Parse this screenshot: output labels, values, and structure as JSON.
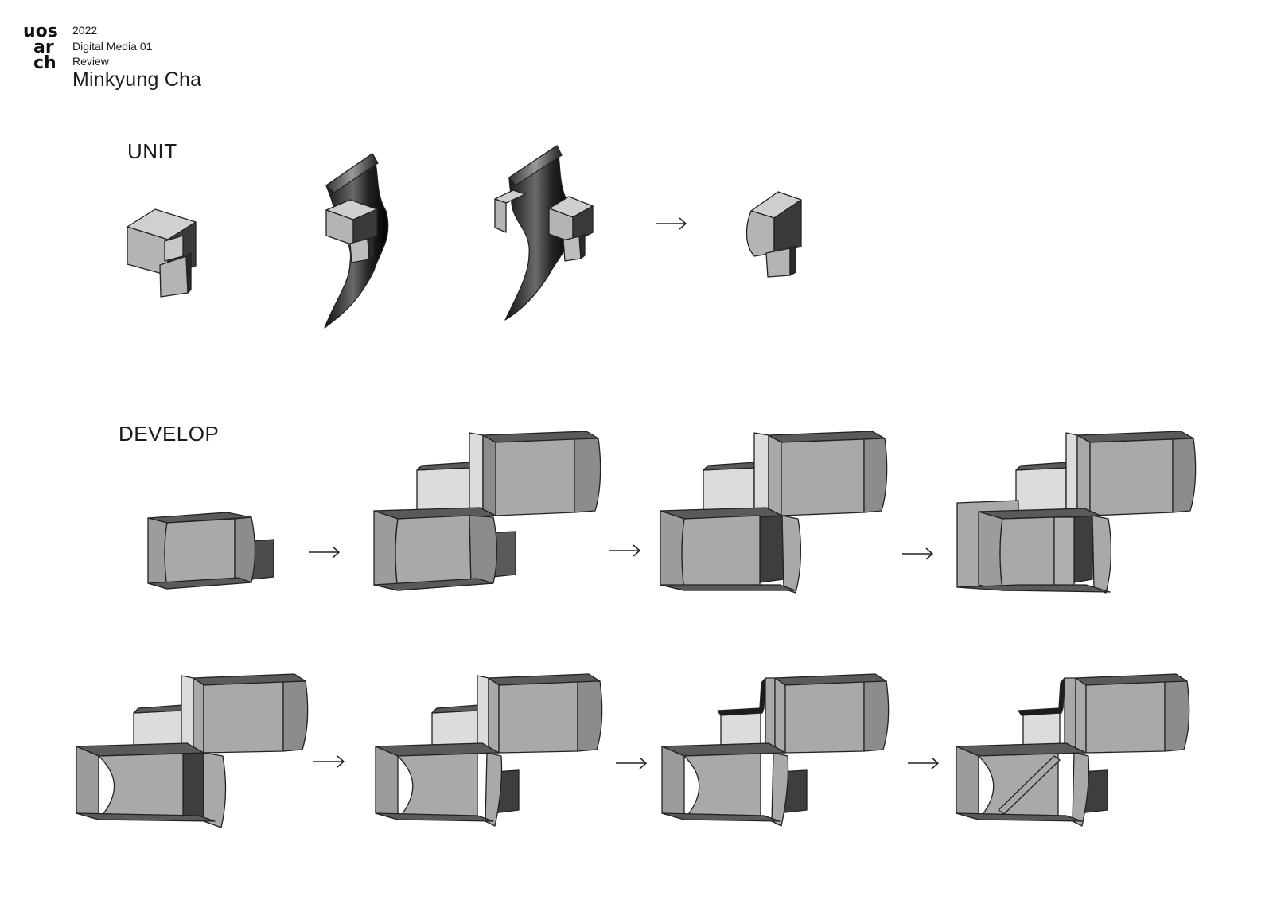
{
  "header": {
    "logo_text": "uos arch",
    "year": "2022",
    "course": "Digital Media 01",
    "review": "Review",
    "author": "Minkyung Cha"
  },
  "sections": {
    "unit": "UNIT",
    "develop": "DEVELOP"
  },
  "colors": {
    "light": "#dcdcdc",
    "mid": "#a9a9a9",
    "side": "#8c8c8c",
    "dark": "#5c5c5c",
    "black": "#1c1c1c",
    "outline": "#222222"
  },
  "diagram": {
    "unit_steps": 4,
    "develop_steps": 8,
    "arrow_symbol": "→"
  }
}
